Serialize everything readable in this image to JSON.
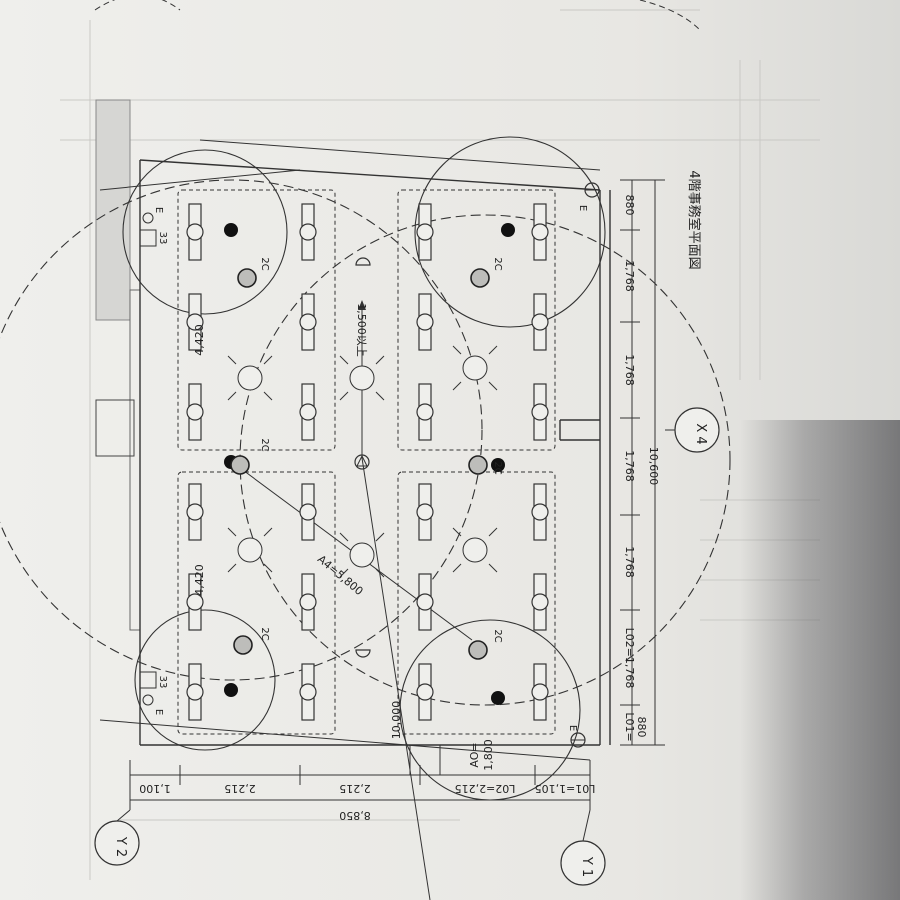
{
  "drawing": {
    "title": "4階事務室平面図",
    "grid_labels": {
      "y2": "Y 2",
      "y1": "Y 1",
      "x4": "X 4"
    },
    "dims_left": [
      "1,100",
      "2,215",
      "2,215",
      "L02=2,215",
      "L01=1,105"
    ],
    "dim_left_total": "8,850",
    "dims_right": [
      "880",
      "1,768",
      "1,768",
      "1,768",
      "1,768",
      "L02=1,768",
      "L01=\n880"
    ],
    "dim_right_total": "10,600",
    "circle_labels": [
      "4,420",
      "4,420"
    ],
    "diag_label": "A4=5,800",
    "radius_label": "1,500以上",
    "vertical_label": "10,000",
    "ao_label": "AO=\n1,800",
    "detector_label": "2C",
    "exit_label": "E",
    "wall_code": "33"
  }
}
